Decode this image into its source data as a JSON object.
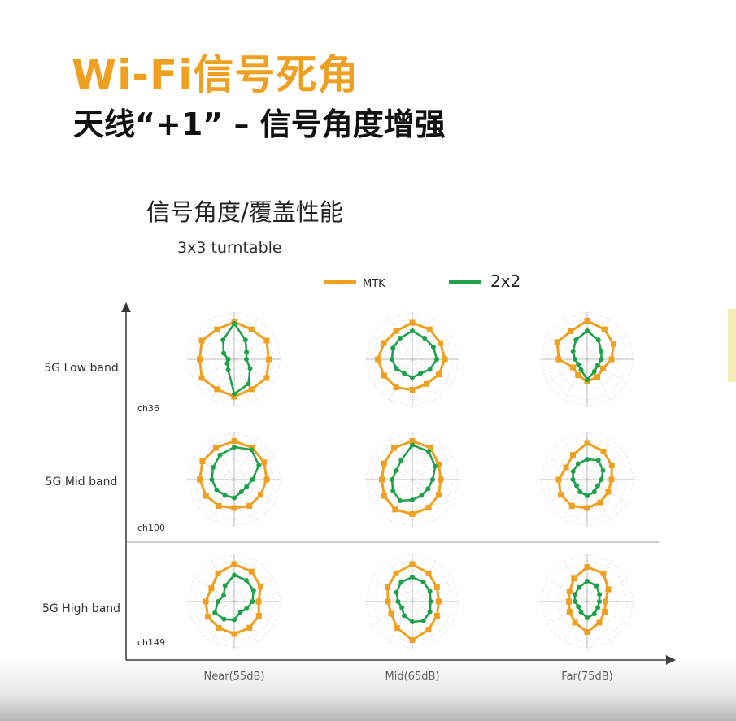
{
  "slide": {
    "title": "Wi-Fi信号死角",
    "subtitle": "天线“+1” – 信号角度增强"
  },
  "chart_data": {
    "type": "radar-grid",
    "title": "信号角度/覆盖性能",
    "subtitle": "3x3 turntable",
    "legend": {
      "placement": "top",
      "entries": [
        {
          "name": "MTK",
          "color": "#f0a020"
        },
        {
          "name": "2x2",
          "color": "#1fa04a"
        }
      ]
    },
    "rows": [
      {
        "label": "5G Low band",
        "channel": "ch36"
      },
      {
        "label": "5G Mid band",
        "channel": "ch100"
      },
      {
        "label": "5G High band",
        "channel": "ch149"
      }
    ],
    "columns": [
      "Near(55dB)",
      "Mid(65dB)",
      "Far(75dB)"
    ],
    "radial_range": [
      0,
      1
    ],
    "spokes": 12,
    "cells": [
      [
        {
          "mtk": [
            0.92,
            0.85,
            0.92,
            0.85,
            0.92,
            0.85,
            0.92,
            0.85,
            0.92,
            0.85,
            0.92,
            0.85
          ],
          "ant": [
            0.88,
            0.55,
            0.35,
            0.3,
            0.45,
            0.7,
            0.85,
            0.3,
            0.2,
            0.15,
            0.3,
            0.55
          ]
        },
        {
          "mtk": [
            0.9,
            0.85,
            0.8,
            0.8,
            0.75,
            0.7,
            0.75,
            0.8,
            0.8,
            0.85,
            0.8,
            0.8
          ],
          "ant": [
            0.7,
            0.6,
            0.6,
            0.6,
            0.5,
            0.4,
            0.45,
            0.4,
            0.45,
            0.5,
            0.55,
            0.6
          ]
        },
        {
          "mtk": [
            0.95,
            0.85,
            0.75,
            0.6,
            0.45,
            0.5,
            0.55,
            0.45,
            0.4,
            0.7,
            0.85,
            0.8
          ],
          "ant": [
            0.7,
            0.55,
            0.4,
            0.35,
            0.3,
            0.35,
            0.5,
            0.3,
            0.25,
            0.3,
            0.4,
            0.55
          ]
        }
      ],
      [
        {
          "mtk": [
            0.95,
            0.9,
            0.85,
            0.8,
            0.75,
            0.75,
            0.7,
            0.75,
            0.8,
            0.85,
            0.9,
            0.9
          ],
          "ant": [
            0.8,
            0.85,
            0.7,
            0.45,
            0.35,
            0.35,
            0.45,
            0.45,
            0.5,
            0.55,
            0.6,
            0.7
          ]
        },
        {
          "mtk": [
            0.95,
            0.9,
            0.75,
            0.7,
            0.75,
            0.8,
            0.85,
            0.85,
            0.8,
            0.75,
            0.8,
            0.9
          ],
          "ant": [
            0.85,
            0.8,
            0.65,
            0.5,
            0.45,
            0.45,
            0.5,
            0.6,
            0.55,
            0.5,
            0.45,
            0.55
          ]
        },
        {
          "mtk": [
            0.9,
            0.8,
            0.7,
            0.6,
            0.6,
            0.65,
            0.7,
            0.75,
            0.75,
            0.7,
            0.6,
            0.7
          ],
          "ant": [
            0.5,
            0.55,
            0.45,
            0.35,
            0.3,
            0.35,
            0.4,
            0.35,
            0.3,
            0.35,
            0.4,
            0.45
          ]
        }
      ],
      [
        {
          "mtk": [
            0.92,
            0.85,
            0.75,
            0.6,
            0.7,
            0.75,
            0.8,
            0.75,
            0.75,
            0.7,
            0.65,
            0.8
          ],
          "ant": [
            0.65,
            0.6,
            0.55,
            0.45,
            0.35,
            0.3,
            0.45,
            0.5,
            0.55,
            0.4,
            0.3,
            0.45
          ]
        },
        {
          "mtk": [
            0.92,
            0.8,
            0.7,
            0.65,
            0.7,
            0.8,
            0.95,
            0.75,
            0.6,
            0.6,
            0.7,
            0.8
          ],
          "ant": [
            0.6,
            0.55,
            0.5,
            0.45,
            0.5,
            0.55,
            0.5,
            0.4,
            0.3,
            0.35,
            0.45,
            0.55
          ]
        },
        {
          "mtk": [
            0.85,
            0.8,
            0.6,
            0.45,
            0.5,
            0.6,
            0.75,
            0.6,
            0.5,
            0.45,
            0.5,
            0.65
          ],
          "ant": [
            0.5,
            0.45,
            0.35,
            0.3,
            0.3,
            0.35,
            0.4,
            0.3,
            0.25,
            0.3,
            0.35,
            0.4
          ]
        }
      ]
    ]
  }
}
